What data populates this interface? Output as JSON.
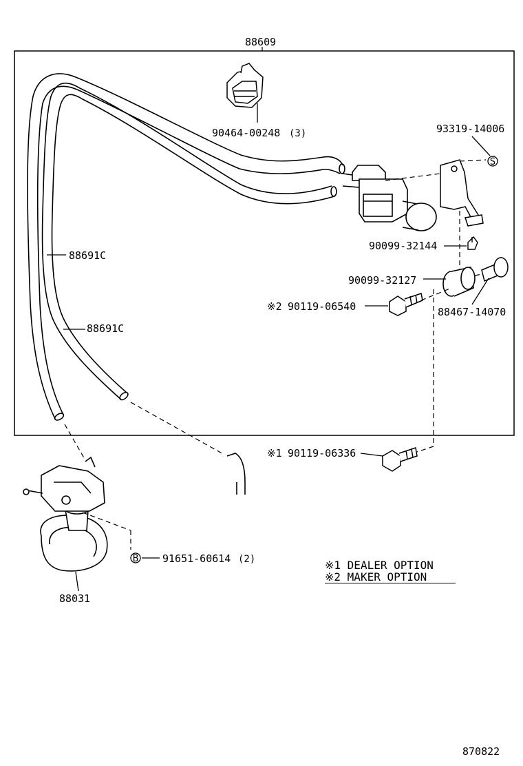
{
  "assembly": {
    "number": "88609"
  },
  "parts": {
    "connector": "90464-00248",
    "connector_qty": "(3)",
    "bracket_screw": "93319-14006",
    "bracket_screw_mark": "S",
    "grommet_small": "90099-32144",
    "grommet_large": "90099-32127",
    "collar": "88467-14070",
    "hose_a": "88691C",
    "hose_b": "88691C",
    "bolt_maker_mark": "※2",
    "bolt_maker": "90119-06540",
    "bolt_dealer_mark": "※1",
    "bolt_dealer": "90119-06336",
    "actuator_screw_mark": "B",
    "actuator_screw": "91651-60614",
    "actuator_screw_qty": "(2)",
    "actuator": "88031"
  },
  "notes": {
    "line1": "※1 DEALER OPTION",
    "line2": "※2 MAKER OPTION"
  },
  "figure_code": "870822"
}
